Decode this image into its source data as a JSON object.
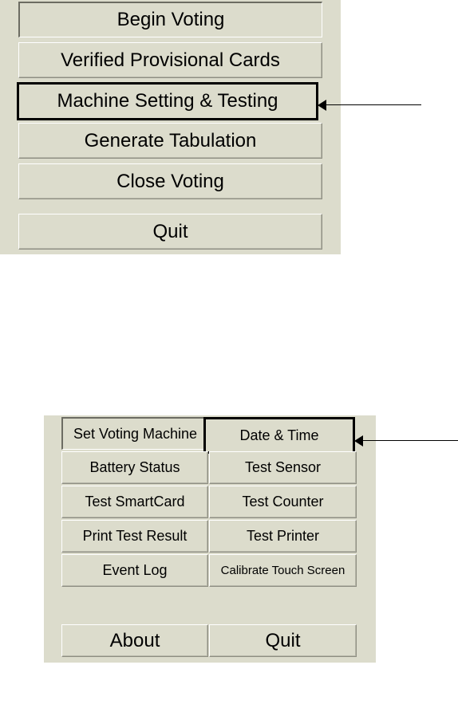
{
  "main_menu": {
    "items": [
      {
        "key": "begin_voting",
        "label": "Begin Voting"
      },
      {
        "key": "verified_provisional",
        "label": "Verified Provisional Cards"
      },
      {
        "key": "machine_setting",
        "label": "Machine Setting & Testing"
      },
      {
        "key": "generate_tabulation",
        "label": "Generate Tabulation"
      },
      {
        "key": "close_voting",
        "label": "Close Voting"
      },
      {
        "key": "quit",
        "label": "Quit"
      }
    ],
    "highlighted": "Machine Setting & Testing"
  },
  "settings_menu": {
    "items": [
      {
        "label": "Set Voting Machine"
      },
      {
        "label": "Date & Time"
      },
      {
        "label": "Battery Status"
      },
      {
        "label": "Test Sensor"
      },
      {
        "label": "Test SmartCard"
      },
      {
        "label": "Test Counter"
      },
      {
        "label": "Print Test Result"
      },
      {
        "label": "Test Printer"
      },
      {
        "label": "Event Log"
      },
      {
        "label": "Calibrate Touch Screen"
      },
      {
        "label": "About"
      },
      {
        "label": "Quit"
      }
    ],
    "highlighted": "Date & Time"
  },
  "colors": {
    "panel_bg": "#dcdccc",
    "highlight_border": "#000000"
  }
}
